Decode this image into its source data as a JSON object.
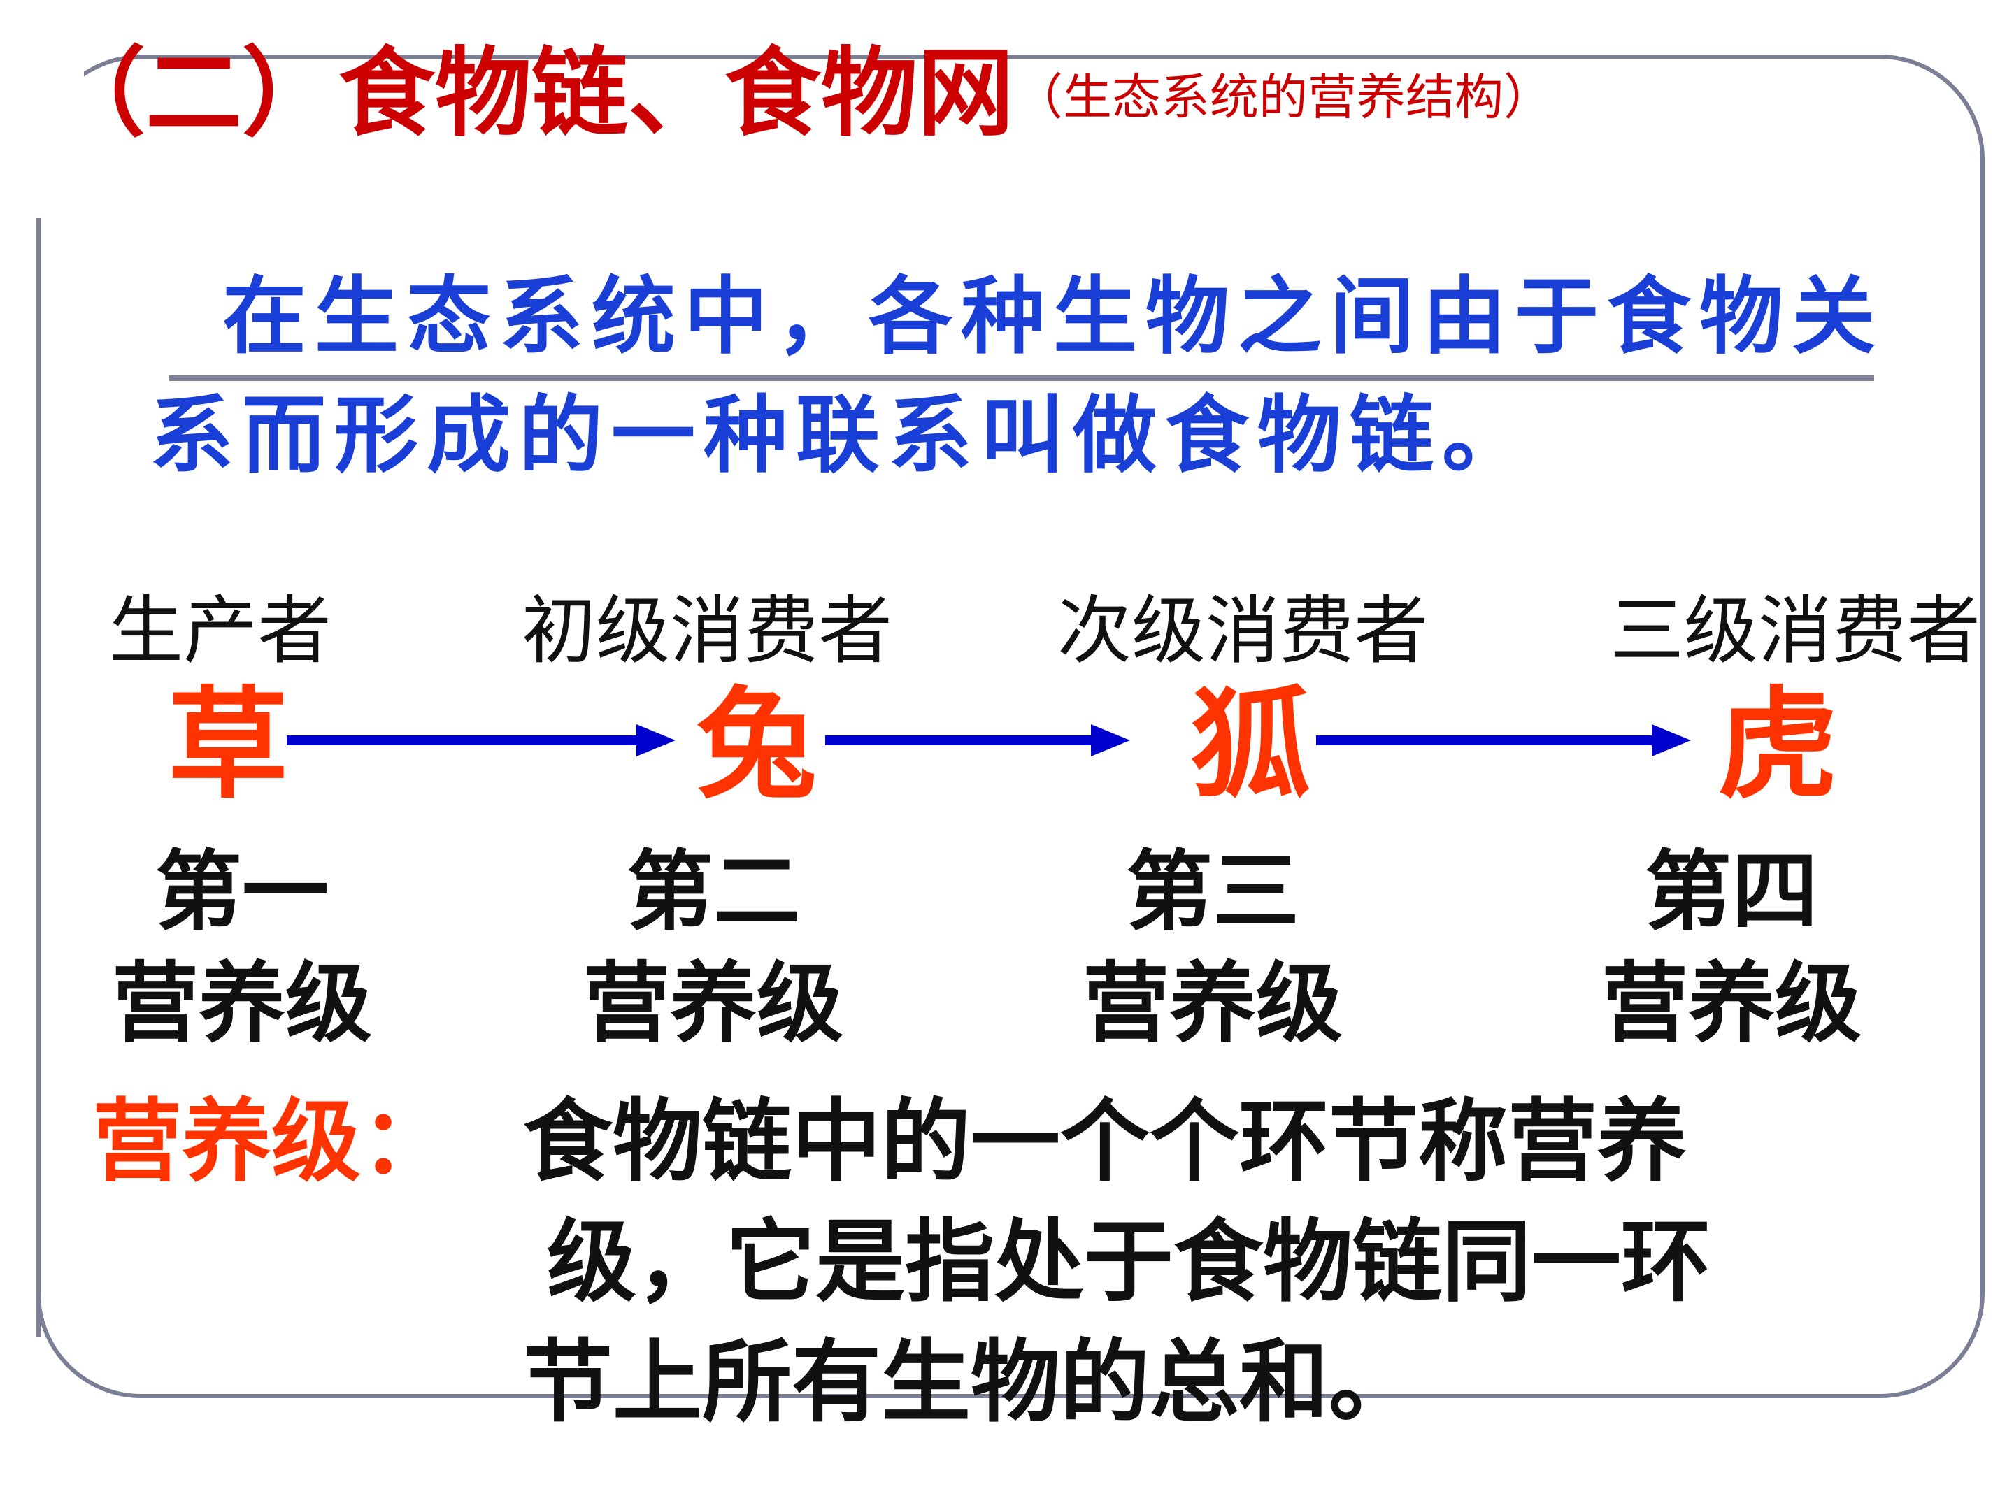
{
  "title": {
    "main": "（二）食物链、食物网",
    "sub": "（生态系统的营养结构）"
  },
  "definition": {
    "line1": "在生态系统中，各种生物之间由于食物关",
    "line2": "系而形成的一种联系叫做食物链。"
  },
  "chain": [
    {
      "role": "生产者",
      "organism": "草",
      "level_line1": "第一",
      "level_line2": "营养级"
    },
    {
      "role": "初级消费者",
      "organism": "兔",
      "level_line1": "第二",
      "level_line2": "营养级"
    },
    {
      "role": "次级消费者",
      "organism": "狐",
      "level_line1": "第三",
      "level_line2": "营养级"
    },
    {
      "role": "三级消费者",
      "organism": "虎",
      "level_line1": "第四",
      "level_line2": "营养级"
    }
  ],
  "term": {
    "label": "营养级：",
    "line1": "食物链中的一个个环节称营养",
    "line2": "级，它是指处于食物链同一环",
    "line3": "节上所有生物的总和。"
  },
  "colors": {
    "title": "#cc0000",
    "definition": "#1a3fd6",
    "organism": "#ff3300",
    "arrow": "#0000cc",
    "frame": "#7a7f96"
  }
}
